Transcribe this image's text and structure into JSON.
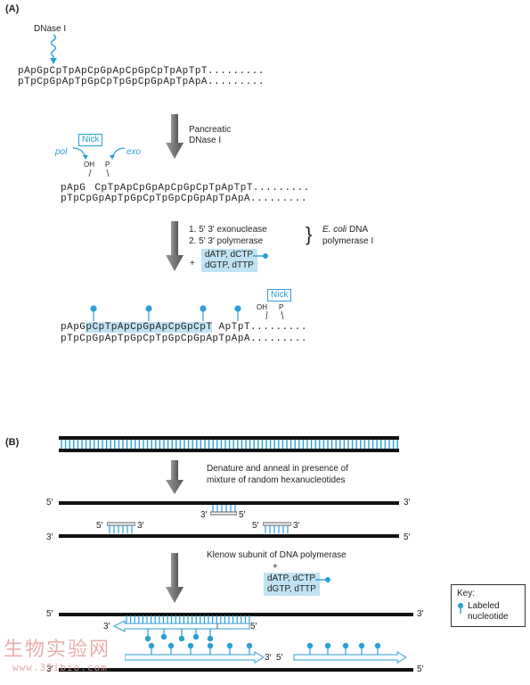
{
  "panelA": {
    "label": "(A)",
    "dnase_label": "DNase I",
    "top_strand_1": "pApGpCpTpApCpGpApCpGpCpTpApTpT.........",
    "bottom_strand_1": "pTpCpGpApTpGpCpTpGpCpGpApTpApA.........",
    "step1_line1": "Pancreatic",
    "step1_line2": "DNase I",
    "nick_label": "Nick",
    "pol_label": "pol",
    "exo_label": "exo",
    "oh_label": "OH",
    "p_label": "P",
    "top_strand_2_left": "pApG",
    "top_strand_2_right": "CpTpApCpGpApCpGpCpTpApTpT.........",
    "bottom_strand_2": "pTpCpGpApTpGpCpTpGpCpGpApTpApA.........",
    "step2_line1": "1.  5′  3′  exonuclease",
    "step2_line2": "2.  5′  3′  polymerase",
    "ecoli_line1": "E. coli",
    "ecoli_line1b": " DNA",
    "ecoli_line2": "polymerase I",
    "plus": "+",
    "mix_line1": "dATP, dCTP",
    "mix_line2": "dGTP, dTTP",
    "nick_label_2": "Nick",
    "oh_label_2": "OH",
    "p_label_2": "P",
    "top_strand_3_a": "pApG",
    "top_strand_3_hl": "pCpTpApCpGpApCpGpCpT",
    "top_strand_3_b": " ApTpT.........",
    "bottom_strand_3": "pTpCpGpApTpGpCpTpGpCpGpApTpApA........."
  },
  "panelB": {
    "label": "(B)",
    "step1_line1": "Denature and anneal in presence of",
    "step1_line2": "mixture of random hexanucleotides",
    "five_prime": "5′",
    "three_prime": "3′",
    "step2_line1": "Klenow subunit of DNA polymerase",
    "plus": "+",
    "mix_line1": "dATP, dCTP",
    "mix_line2": "dGTP, dTTP",
    "key_title": "Key:",
    "key_item_line1": "Labeled",
    "key_item_line2": "nucleotide"
  },
  "watermark": {
    "line1": "生物实验网",
    "line2": "www.35ibio.com"
  },
  "colors": {
    "accent": "#2b9fd6",
    "highlight": "#bfe3f4",
    "arrow": "#666666"
  }
}
